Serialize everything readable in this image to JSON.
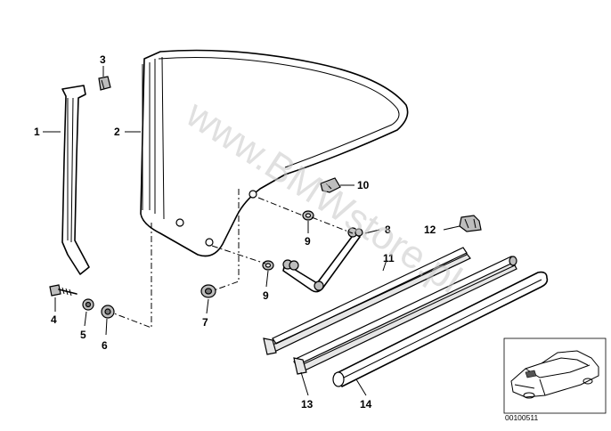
{
  "diagram": {
    "callouts": [
      {
        "id": "c1",
        "label": "1"
      },
      {
        "id": "c2",
        "label": "2"
      },
      {
        "id": "c3",
        "label": "3"
      },
      {
        "id": "c4",
        "label": "4"
      },
      {
        "id": "c5",
        "label": "5"
      },
      {
        "id": "c6",
        "label": "6"
      },
      {
        "id": "c7",
        "label": "7"
      },
      {
        "id": "c8",
        "label": "8"
      },
      {
        "id": "c9a",
        "label": "9"
      },
      {
        "id": "c9b",
        "label": "9"
      },
      {
        "id": "c10",
        "label": "10"
      },
      {
        "id": "c11",
        "label": "11"
      },
      {
        "id": "c12",
        "label": "12"
      },
      {
        "id": "c13",
        "label": "13"
      },
      {
        "id": "c14",
        "label": "14"
      }
    ],
    "watermark": "www.BMWstore.pl",
    "thumbnail": {
      "code": "00100511"
    },
    "colors": {
      "line": "#000000",
      "part_grey": "#bdbdbd",
      "watermark": "#c8c8c8"
    }
  }
}
